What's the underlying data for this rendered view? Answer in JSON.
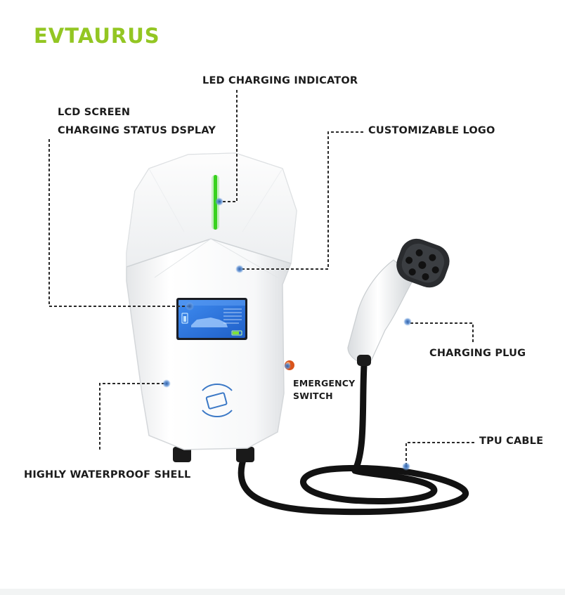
{
  "brand": "EVTAURUS",
  "colors": {
    "brand": "#93c623",
    "led": "#39d21e",
    "screen": "#2b6fd6",
    "marker": "#4a78b8",
    "cable": "#121212",
    "text": "#1c1c1c"
  },
  "labels": {
    "led_indicator": "LED CHARGING INDICATOR",
    "lcd_line1": "LCD SCREEN",
    "lcd_line2": "CHARGING STATUS DSPLAY",
    "customizable_logo": "CUSTOMIZABLE LOGO",
    "charging_plug": "CHARGING PLUG",
    "emergency_line1": "EMERGENCY",
    "emergency_line2": "SWITCH",
    "tpu_cable": "TPU CABLE",
    "waterproof_shell": "HIGHLY WATERPROOF SHELL"
  },
  "icons": {
    "rfid": "rfid-card-icon",
    "led": "led-bar-icon",
    "battery": "battery-icon",
    "car": "car-icon"
  }
}
